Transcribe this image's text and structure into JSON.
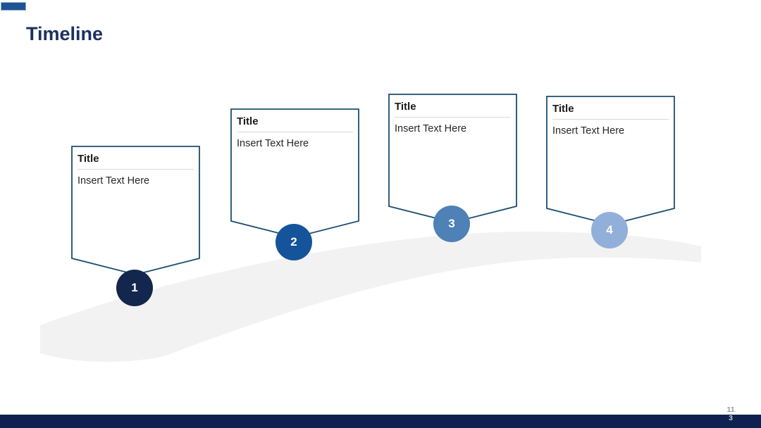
{
  "slide": {
    "title": "Timeline",
    "page_number": {
      "line1": "11",
      "line2": "3"
    }
  },
  "colors": {
    "accent": "#1E5394",
    "heading": "#1C3160",
    "card_border": "#1C4D6E",
    "separator": "#D9D9D9",
    "swoosh": "#F2F2F2",
    "footer_bar": "#0E2151",
    "circle1": "#13264D",
    "circle2": "#15539B",
    "circle3": "#4E81B5",
    "circle4": "#92AFD9",
    "card_title_color": "#1A1A1A",
    "body_text_color": "#262626",
    "number_color": "#FFFFFF",
    "page_num_color1": "#8C99AC",
    "page_num_color2": "#C9CED8"
  },
  "timeline": {
    "items": [
      {
        "number": "1",
        "title": "Title",
        "body": "Insert Text Here"
      },
      {
        "number": "2",
        "title": "Title",
        "body": "Insert Text Here"
      },
      {
        "number": "3",
        "title": "Title",
        "body": "Insert Text Here"
      },
      {
        "number": "4",
        "title": "Title",
        "body": "Insert Text Here"
      }
    ]
  }
}
